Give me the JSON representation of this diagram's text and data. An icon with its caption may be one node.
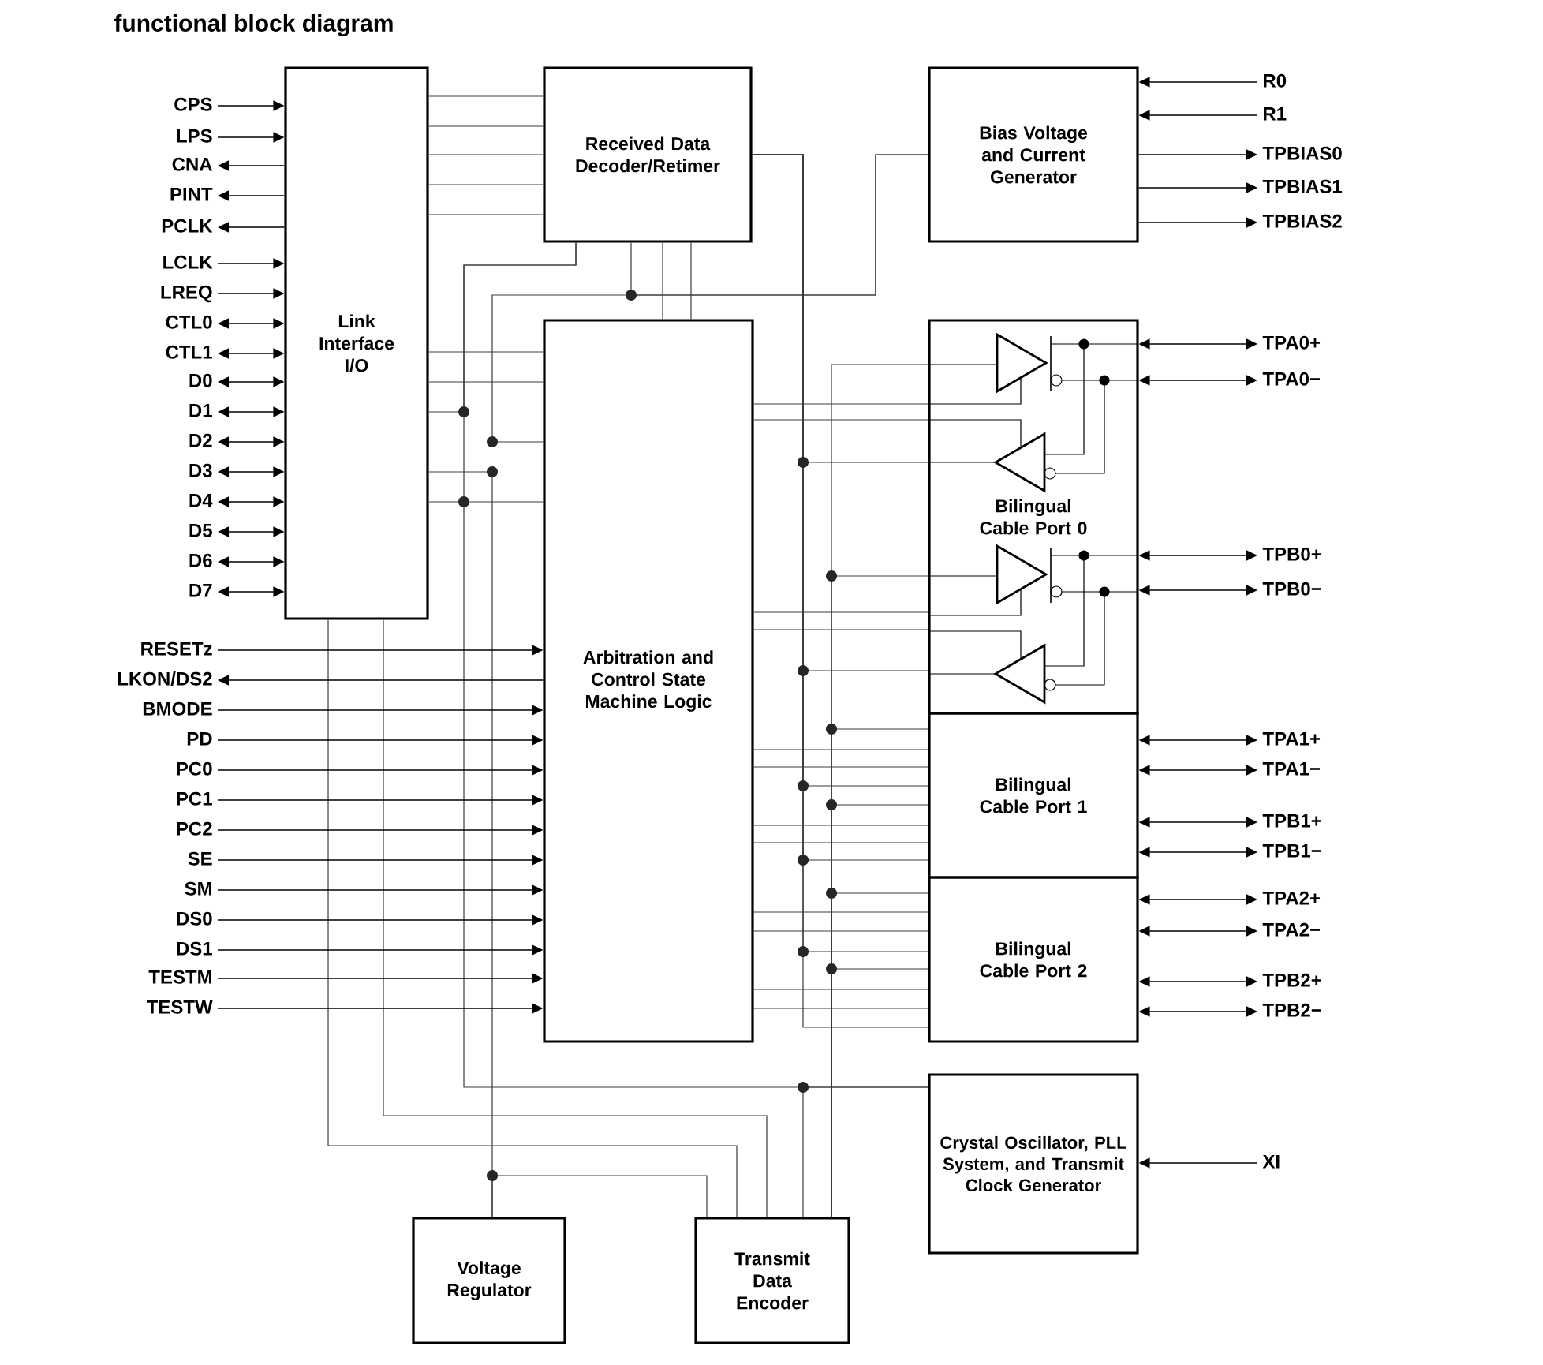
{
  "diagram": {
    "title": "functional block diagram",
    "nodes": [
      {
        "text": [
          "Link Interface I/O"
        ]
      },
      {
        "text": [
          "Received Data Decoder/Retimer"
        ]
      },
      {
        "text": [
          "Bias Voltage and Current Generator"
        ]
      },
      {
        "text": [
          "Arbitration and Control State Machine Logic"
        ]
      },
      {
        "text": [
          "Bilingual Cable Port 0"
        ]
      },
      {
        "text": [
          "Bilingual Cable Port 1"
        ]
      },
      {
        "text": [
          "Bilingual Cable Port 2"
        ]
      },
      {
        "text": [
          "Crystal Oscillator, PLL System, and Transmit Clock Generator"
        ]
      },
      {
        "text": [
          "Voltage Regulator"
        ]
      },
      {
        "text": [
          "Transmit Data Encoder"
        ]
      },
      {
        "text": [
          "CPS"
        ]
      },
      {
        "text": [
          "LPS"
        ]
      },
      {
        "text": [
          "CNA"
        ]
      },
      {
        "text": [
          "PINT"
        ]
      },
      {
        "text": [
          "PCLK"
        ]
      },
      {
        "text": [
          "LCLK"
        ]
      },
      {
        "text": [
          "LREQ"
        ]
      },
      {
        "text": [
          "CTL0"
        ]
      },
      {
        "text": [
          "CTL1"
        ]
      },
      {
        "text": [
          "D0"
        ]
      },
      {
        "text": [
          "D1"
        ]
      },
      {
        "text": [
          "D2"
        ]
      },
      {
        "text": [
          "D3"
        ]
      },
      {
        "text": [
          "D4"
        ]
      },
      {
        "text": [
          "D5"
        ]
      },
      {
        "text": [
          "D6"
        ]
      },
      {
        "text": [
          "D7"
        ]
      },
      {
        "text": [
          "RESETz"
        ]
      },
      {
        "text": [
          "LKON/DS2"
        ]
      },
      {
        "text": [
          "BMODE"
        ]
      },
      {
        "text": [
          "PD"
        ]
      },
      {
        "text": [
          "PC0"
        ]
      },
      {
        "text": [
          "PC1"
        ]
      },
      {
        "text": [
          "PC2"
        ]
      },
      {
        "text": [
          "SE"
        ]
      },
      {
        "text": [
          "SM"
        ]
      },
      {
        "text": [
          "DS0"
        ]
      },
      {
        "text": [
          "DS1"
        ]
      },
      {
        "text": [
          "TESTM"
        ]
      },
      {
        "text": [
          "TESTW"
        ]
      },
      {
        "text": [
          "R0"
        ]
      },
      {
        "text": [
          "R1"
        ]
      },
      {
        "text": [
          "TPBIAS0"
        ]
      },
      {
        "text": [
          "TPBIAS1"
        ]
      },
      {
        "text": [
          "TPBIAS2"
        ]
      },
      {
        "text": [
          "TPA0+"
        ]
      },
      {
        "text": [
          "TPA0−"
        ]
      },
      {
        "text": [
          "TPB0+"
        ]
      },
      {
        "text": [
          "TPB0−"
        ]
      },
      {
        "text": [
          "TPA1+"
        ]
      },
      {
        "text": [
          "TPA1−"
        ]
      },
      {
        "text": [
          "TPB1+"
        ]
      },
      {
        "text": [
          "TPB1−"
        ]
      },
      {
        "text": [
          "TPA2+"
        ]
      },
      {
        "text": [
          "TPA2−"
        ]
      },
      {
        "text": [
          "TPB2+"
        ]
      },
      {
        "text": [
          "TPB2−"
        ]
      },
      {
        "text": [
          "XI"
        ]
      }
    ],
    "edges": [
      {
        "from": 0,
        "to": 1,
        "arrow": "none"
      },
      {
        "from": 0,
        "to": 1,
        "arrow": "none"
      },
      {
        "from": 0,
        "to": 1,
        "arrow": "none"
      },
      {
        "from": 0,
        "to": 1,
        "arrow": "none"
      },
      {
        "from": 0,
        "to": 1,
        "arrow": "none"
      },
      {
        "from": 0,
        "to": 3,
        "arrow": "none"
      },
      {
        "from": 0,
        "to": 3,
        "arrow": "none"
      },
      {
        "from": 1,
        "to": 3,
        "arrow": "none"
      },
      {
        "from": 1,
        "to": 3,
        "arrow": "none"
      },
      {
        "from": 1,
        "to": 0,
        "arrow": "none"
      },
      {
        "from": 0,
        "to": 3,
        "arrow": "none"
      },
      {
        "from": 1,
        "to": 7,
        "arrow": "none"
      },
      {
        "from": 7,
        "to": 9,
        "arrow": "none"
      },
      {
        "from": 2,
        "to": 1,
        "arrow": "none"
      },
      {
        "from": 2,
        "to": 3,
        "arrow": "none"
      },
      {
        "from": 0,
        "to": 8,
        "arrow": "none"
      },
      {
        "from": 8,
        "to": 9,
        "arrow": "none"
      },
      {
        "from": 0,
        "to": 9,
        "arrow": "none"
      },
      {
        "from": 0,
        "to": 9,
        "arrow": "none"
      },
      {
        "from": 1,
        "to": 6,
        "arrow": "none"
      },
      {
        "from": 1,
        "to": 4,
        "arrow": "none"
      },
      {
        "from": 1,
        "to": 4,
        "arrow": "none"
      },
      {
        "from": 1,
        "to": 5,
        "arrow": "none"
      },
      {
        "from": 1,
        "to": 5,
        "arrow": "none"
      },
      {
        "from": 1,
        "to": 6,
        "arrow": "none"
      },
      {
        "from": 9,
        "to": 4,
        "arrow": "none"
      },
      {
        "from": 9,
        "to": 4,
        "arrow": "none"
      },
      {
        "from": 9,
        "to": 5,
        "arrow": "none"
      },
      {
        "from": 9,
        "to": 5,
        "arrow": "none"
      },
      {
        "from": 9,
        "to": 6,
        "arrow": "none"
      },
      {
        "from": 9,
        "to": 6,
        "arrow": "none"
      },
      {
        "from": 3,
        "to": 4,
        "arrow": "none"
      },
      {
        "from": 3,
        "to": 4,
        "arrow": "none"
      },
      {
        "from": 3,
        "to": 4,
        "arrow": "none"
      },
      {
        "from": 3,
        "to": 4,
        "arrow": "none"
      },
      {
        "from": 3,
        "to": 5,
        "arrow": "none"
      },
      {
        "from": 3,
        "to": 5,
        "arrow": "none"
      },
      {
        "from": 3,
        "to": 5,
        "arrow": "none"
      },
      {
        "from": 3,
        "to": 5,
        "arrow": "none"
      },
      {
        "from": 3,
        "to": 6,
        "arrow": "none"
      },
      {
        "from": 3,
        "to": 6,
        "arrow": "none"
      },
      {
        "from": 3,
        "to": 6,
        "arrow": "none"
      },
      {
        "from": 3,
        "to": 6,
        "arrow": "none"
      },
      {
        "from": 10,
        "to": 0,
        "arrow": "to"
      },
      {
        "from": 11,
        "to": 0,
        "arrow": "to"
      },
      {
        "from": 0,
        "to": 12,
        "arrow": "to"
      },
      {
        "from": 0,
        "to": 13,
        "arrow": "to"
      },
      {
        "from": 0,
        "to": 14,
        "arrow": "to"
      },
      {
        "from": 15,
        "to": 0,
        "arrow": "to"
      },
      {
        "from": 16,
        "to": 0,
        "arrow": "to"
      },
      {
        "from": 17,
        "to": 0,
        "arrow": "both"
      },
      {
        "from": 18,
        "to": 0,
        "arrow": "both"
      },
      {
        "from": 19,
        "to": 0,
        "arrow": "both"
      },
      {
        "from": 20,
        "to": 0,
        "arrow": "both"
      },
      {
        "from": 21,
        "to": 0,
        "arrow": "both"
      },
      {
        "from": 22,
        "to": 0,
        "arrow": "both"
      },
      {
        "from": 23,
        "to": 0,
        "arrow": "both"
      },
      {
        "from": 24,
        "to": 0,
        "arrow": "both"
      },
      {
        "from": 25,
        "to": 0,
        "arrow": "both"
      },
      {
        "from": 26,
        "to": 0,
        "arrow": "both"
      },
      {
        "from": 27,
        "to": 3,
        "arrow": "to"
      },
      {
        "from": 3,
        "to": 28,
        "arrow": "to"
      },
      {
        "from": 29,
        "to": 3,
        "arrow": "to"
      },
      {
        "from": 30,
        "to": 3,
        "arrow": "to"
      },
      {
        "from": 31,
        "to": 3,
        "arrow": "to"
      },
      {
        "from": 32,
        "to": 3,
        "arrow": "to"
      },
      {
        "from": 33,
        "to": 3,
        "arrow": "to"
      },
      {
        "from": 34,
        "to": 3,
        "arrow": "to"
      },
      {
        "from": 35,
        "to": 3,
        "arrow": "to"
      },
      {
        "from": 36,
        "to": 3,
        "arrow": "to"
      },
      {
        "from": 37,
        "to": 3,
        "arrow": "to"
      },
      {
        "from": 38,
        "to": 3,
        "arrow": "to"
      },
      {
        "from": 39,
        "to": 3,
        "arrow": "to"
      },
      {
        "from": 40,
        "to": 2,
        "arrow": "to"
      },
      {
        "from": 41,
        "to": 2,
        "arrow": "to"
      },
      {
        "from": 2,
        "to": 42,
        "arrow": "to"
      },
      {
        "from": 2,
        "to": 43,
        "arrow": "to"
      },
      {
        "from": 2,
        "to": 44,
        "arrow": "to"
      },
      {
        "from": 4,
        "to": 45,
        "arrow": "both"
      },
      {
        "from": 4,
        "to": 46,
        "arrow": "both"
      },
      {
        "from": 4,
        "to": 47,
        "arrow": "both"
      },
      {
        "from": 4,
        "to": 48,
        "arrow": "both"
      },
      {
        "from": 5,
        "to": 49,
        "arrow": "both"
      },
      {
        "from": 5,
        "to": 50,
        "arrow": "both"
      },
      {
        "from": 5,
        "to": 51,
        "arrow": "both"
      },
      {
        "from": 5,
        "to": 52,
        "arrow": "both"
      },
      {
        "from": 6,
        "to": 53,
        "arrow": "both"
      },
      {
        "from": 6,
        "to": 54,
        "arrow": "both"
      },
      {
        "from": 6,
        "to": 55,
        "arrow": "both"
      },
      {
        "from": 6,
        "to": 56,
        "arrow": "both"
      },
      {
        "from": 57,
        "to": 7,
        "arrow": "to"
      }
    ]
  }
}
